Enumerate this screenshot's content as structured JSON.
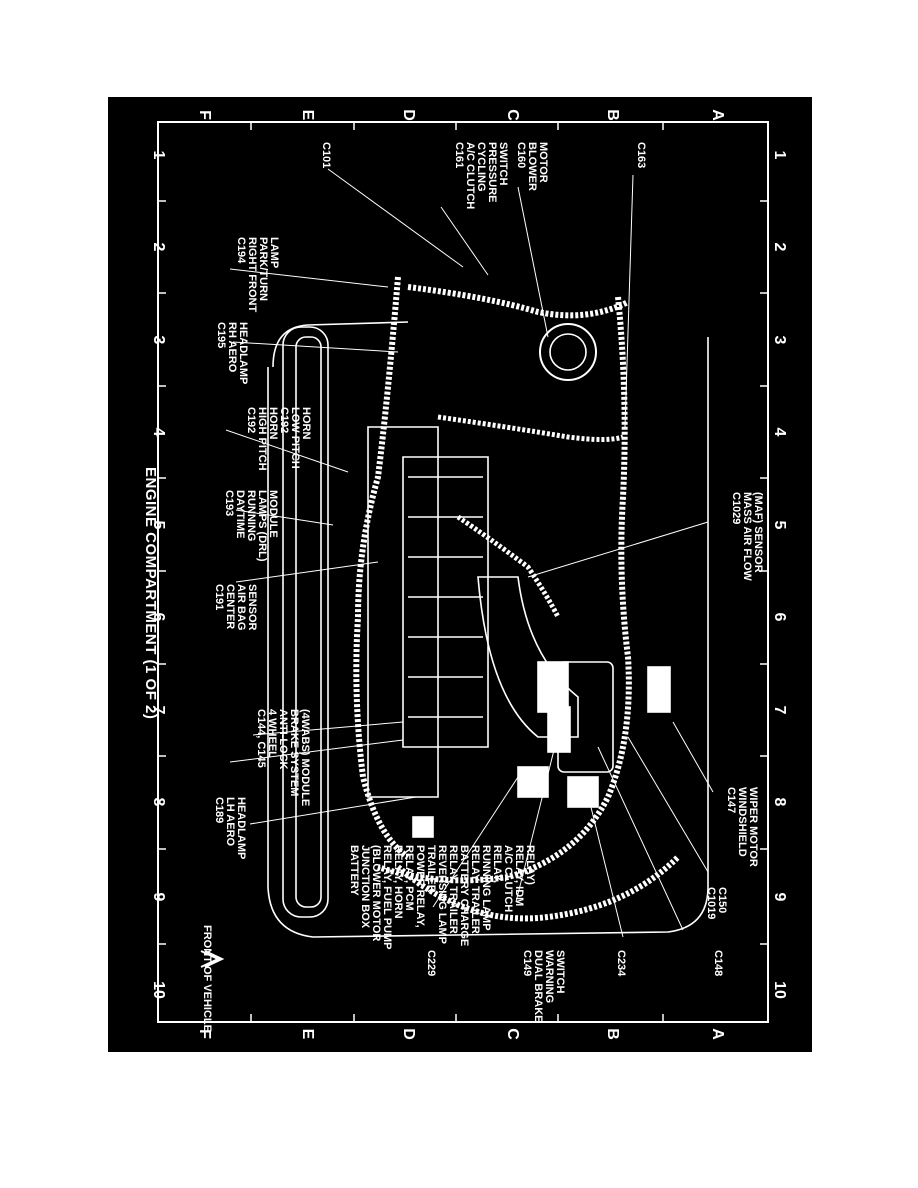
{
  "diagram": {
    "title": "ENGINE COMPARTMENT (1 OF 2)",
    "front_label": "FRONT OF VEHICLE",
    "row_letters": [
      "A",
      "B",
      "C",
      "D",
      "E",
      "F"
    ],
    "col_numbers": [
      "1",
      "2",
      "3",
      "4",
      "5",
      "6",
      "7",
      "8",
      "9",
      "10"
    ],
    "callouts": [
      {
        "id": "c163",
        "lines": [
          "C163"
        ]
      },
      {
        "id": "c160",
        "lines": [
          "C160",
          "BLOWER",
          "MOTOR"
        ]
      },
      {
        "id": "c161",
        "lines": [
          "C161",
          "A/C CLUTCH",
          "CYCLING",
          "PRESSURE",
          "SWITCH"
        ]
      },
      {
        "id": "c101",
        "lines": [
          "C101"
        ]
      },
      {
        "id": "c194",
        "lines": [
          "C194",
          "RIGHT FRONT",
          "PARK/TURN",
          "LAMP"
        ]
      },
      {
        "id": "c195",
        "lines": [
          "C195",
          "RH AERO",
          "HEADLAMP"
        ]
      },
      {
        "id": "c192",
        "lines": [
          "C192",
          "HIGH PITCH",
          "HORN",
          "C192",
          "LOW PITCH",
          "HORN"
        ]
      },
      {
        "id": "c193",
        "lines": [
          "C193",
          "DAYTIME",
          "RUNNING",
          "LAMPS (DRL)",
          "MODULE"
        ]
      },
      {
        "id": "c191",
        "lines": [
          "C191",
          "CENTER",
          "AIR BAG",
          "SENSOR"
        ]
      },
      {
        "id": "c144",
        "lines": [
          "C144, C145",
          "4 WHEEL",
          "ANTI-LOCK",
          "BRAKE SYSTEM",
          "(4WABS) MODULE"
        ]
      },
      {
        "id": "c189",
        "lines": [
          "C189",
          "LH AERO",
          "HEADLAMP"
        ]
      },
      {
        "id": "c1029",
        "lines": [
          "C1029",
          "MASS AIR FLOW",
          "(MAF) SENSOR"
        ]
      },
      {
        "id": "c147",
        "lines": [
          "C147",
          "WINDSHIELD",
          "WIPER MOTOR"
        ]
      },
      {
        "id": "c1019",
        "lines": [
          "C1019",
          "C150"
        ]
      },
      {
        "id": "c148",
        "lines": [
          "C148"
        ]
      },
      {
        "id": "c234",
        "lines": [
          "C234"
        ]
      },
      {
        "id": "c149",
        "lines": [
          "C149",
          "DUAL BRAKE",
          "WARNING",
          "SWITCH"
        ]
      },
      {
        "id": "c229",
        "lines": [
          "C229"
        ]
      },
      {
        "id": "battery",
        "lines": [
          "BATTERY",
          "JUNCTION BOX",
          "(BLOWER MOTOR",
          "RELAY, FUEL PUMP",
          "RELAY, HORN",
          "RELAY, PCM",
          "POWER RELAY,",
          "TRAILER",
          "REVERSING LAMP",
          "RELAY, TRAILER",
          "BATTERY CHARGE",
          "RELAY, TRAILER",
          "RUNNING LAMP",
          "RELAY,",
          "A/C CLUTCH",
          "RELAY, IDM",
          "RELAY)"
        ]
      }
    ]
  }
}
